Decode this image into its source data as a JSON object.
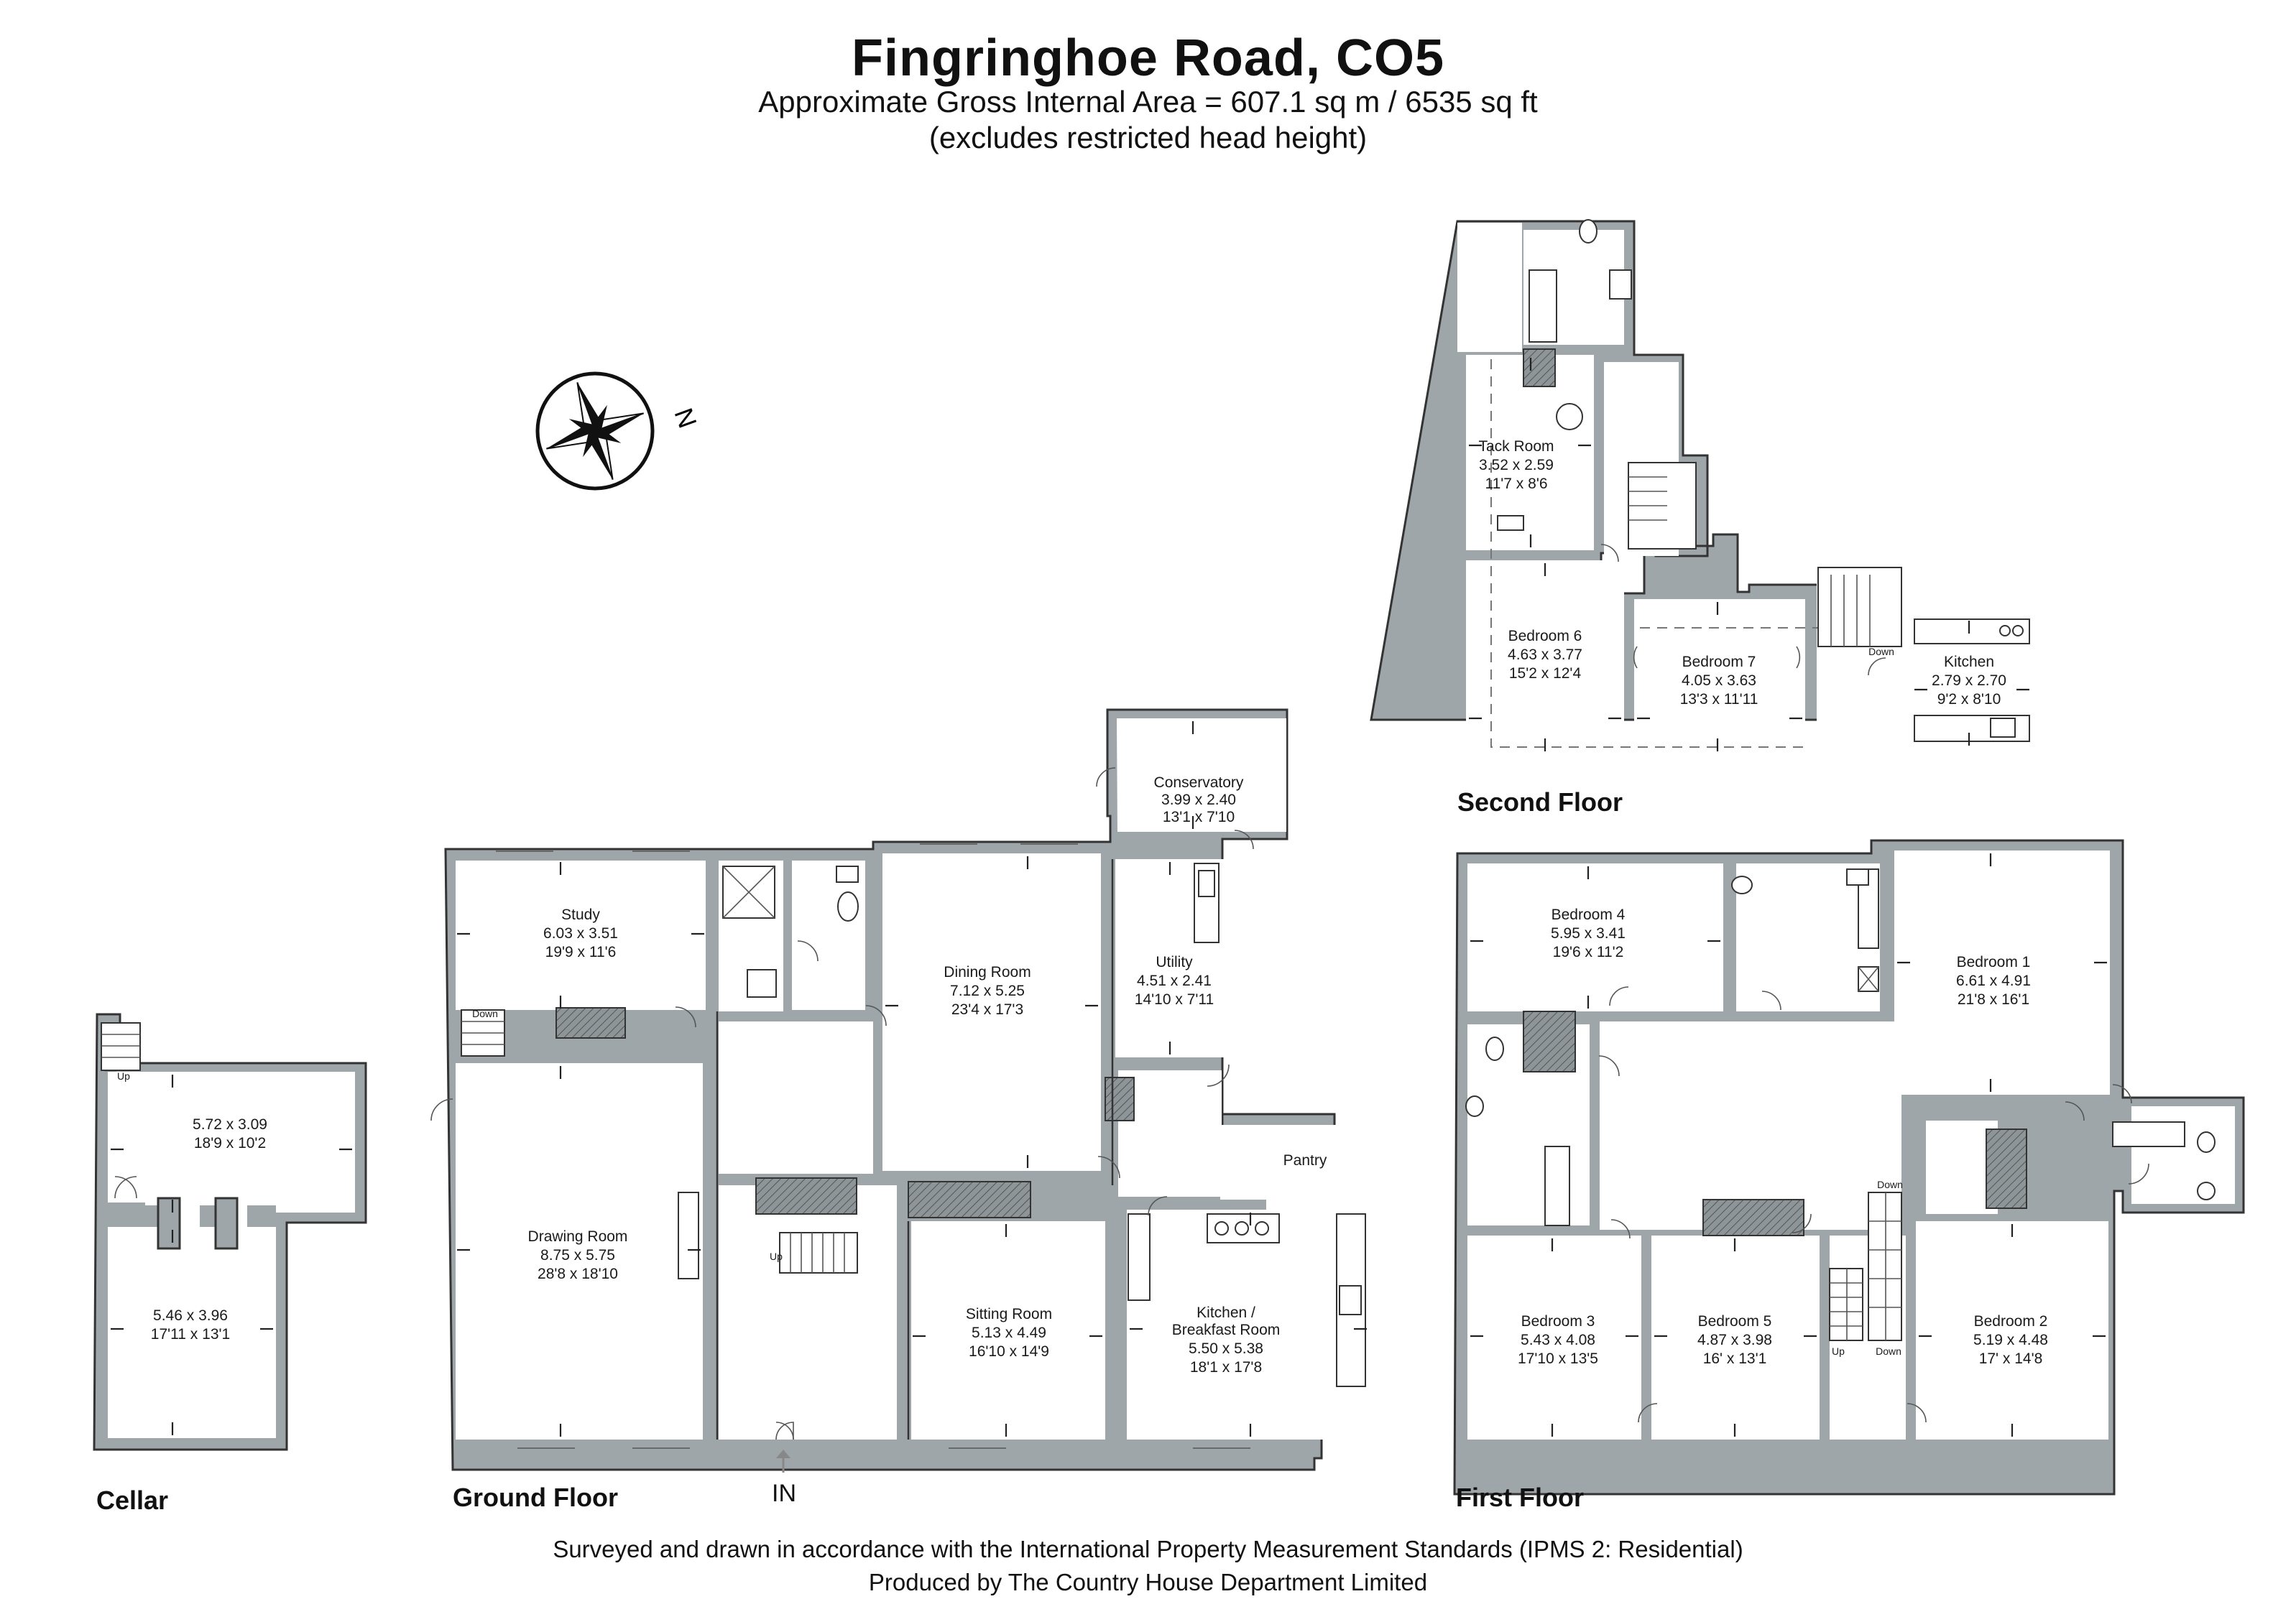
{
  "header": {
    "title": "Fingringhoe Road, CO5",
    "subtitle": "Approximate Gross Internal Area = 607.1 sq m / 6535 sq ft",
    "note": "(excludes restricted head height)"
  },
  "compass": {
    "label": "N"
  },
  "entrance_label": "IN",
  "floors": {
    "cellar": {
      "label": "Cellar",
      "rooms": [
        {
          "id": "cellar-1",
          "name": "",
          "metric": "5.72 x 3.09",
          "imperial": "18'9 x 10'2"
        },
        {
          "id": "cellar-2",
          "name": "",
          "metric": "5.46 x 3.96",
          "imperial": "17'11 x 13'1"
        }
      ],
      "stair_label": "Up"
    },
    "ground": {
      "label": "Ground Floor",
      "rooms": [
        {
          "id": "study",
          "name": "Study",
          "metric": "6.03 x 3.51",
          "imperial": "19'9 x 11'6"
        },
        {
          "id": "dining",
          "name": "Dining Room",
          "metric": "7.12 x 5.25",
          "imperial": "23'4 x 17'3"
        },
        {
          "id": "conservatory",
          "name": "Conservatory",
          "metric": "3.99 x 2.40",
          "imperial": "13'1 x 7'10"
        },
        {
          "id": "utility",
          "name": "Utility",
          "metric": "4.51 x 2.41",
          "imperial": "14'10 x 7'11"
        },
        {
          "id": "drawing",
          "name": "Drawing Room",
          "metric": "8.75 x 5.75",
          "imperial": "28'8 x 18'10"
        },
        {
          "id": "sitting",
          "name": "Sitting Room",
          "metric": "5.13 x 4.49",
          "imperial": "16'10 x 14'9"
        },
        {
          "id": "kitchen",
          "name": "Kitchen /",
          "name2": "Breakfast Room",
          "metric": "5.50 x 5.38",
          "imperial": "18'1 x 17'8"
        },
        {
          "id": "pantry",
          "name": "Pantry"
        }
      ],
      "stair_up": "Up",
      "stair_down": "Down"
    },
    "first": {
      "label": "First Floor",
      "rooms": [
        {
          "id": "bed4",
          "name": "Bedroom 4",
          "metric": "5.95 x 3.41",
          "imperial": "19'6 x 11'2"
        },
        {
          "id": "bed1",
          "name": "Bedroom 1",
          "metric": "6.61 x 4.91",
          "imperial": "21'8 x 16'1"
        },
        {
          "id": "bed3",
          "name": "Bedroom 3",
          "metric": "5.43 x 4.08",
          "imperial": "17'10 x 13'5"
        },
        {
          "id": "bed5",
          "name": "Bedroom 5",
          "metric": "4.87 x 3.98",
          "imperial": "16' x 13'1"
        },
        {
          "id": "bed2",
          "name": "Bedroom 2",
          "metric": "5.19 x 4.48",
          "imperial": "17' x 14'8"
        }
      ],
      "stair_up": "Up",
      "stair_down": "Down"
    },
    "second": {
      "label": "Second Floor",
      "rooms": [
        {
          "id": "tack",
          "name": "Tack Room",
          "metric": "3.52 x 2.59",
          "imperial": "11'7 x 8'6"
        },
        {
          "id": "bed6",
          "name": "Bedroom 6",
          "metric": "4.63 x 3.77",
          "imperial": "15'2 x 12'4"
        },
        {
          "id": "bed7",
          "name": "Bedroom 7",
          "metric": "4.05 x 3.63",
          "imperial": "13'3 x 11'11"
        },
        {
          "id": "kitchen2",
          "name": "Kitchen",
          "metric": "2.79 x 2.70",
          "imperial": "9'2 x 8'10"
        }
      ],
      "stair_down": "Down"
    }
  },
  "footer": {
    "line1": "Surveyed and drawn in accordance with the International Property Measurement Standards (IPMS 2: Residential)",
    "line2": "Produced by The Country House Department Limited"
  },
  "colors": {
    "wall": "#9ea6a9",
    "outline": "#333333",
    "background": "#ffffff"
  }
}
